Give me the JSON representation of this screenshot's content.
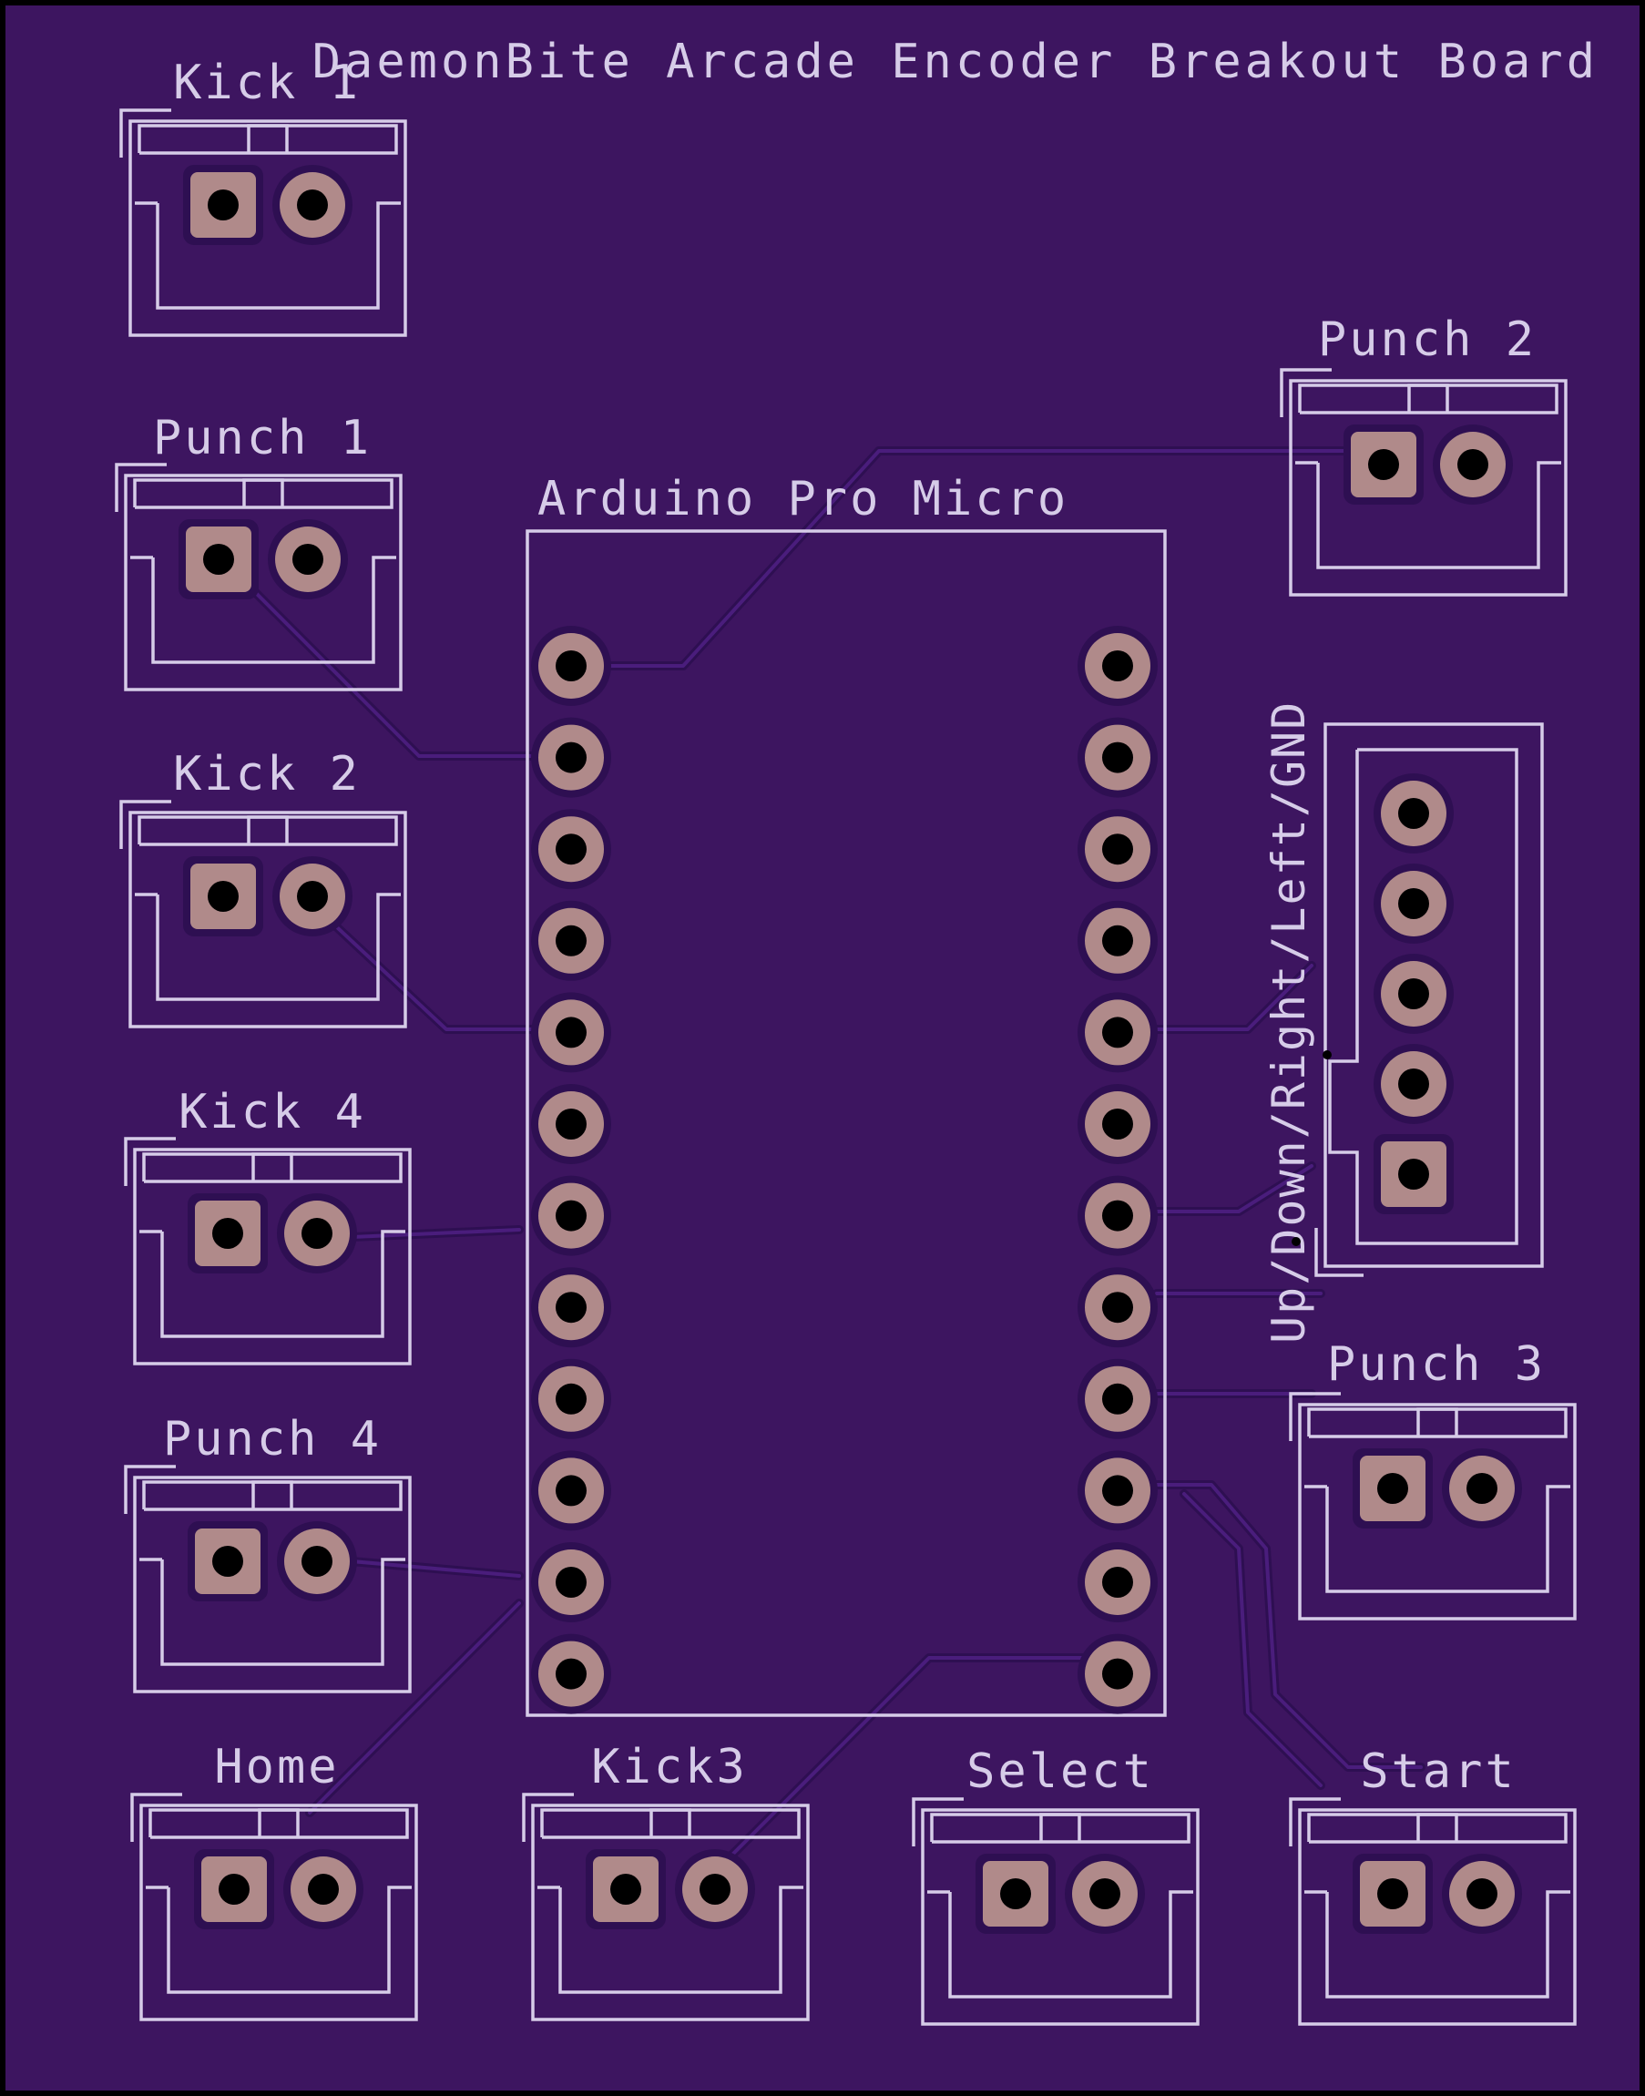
{
  "board": {
    "title": "DaemonBite Arcade Encoder Breakout Board",
    "colors": {
      "substrate": "#3d1560",
      "edge": "#000000",
      "silkscreen": "#d6cce8",
      "copper_pad": "#b08a8a",
      "trace": "#2e0f52"
    }
  },
  "mcu": {
    "label": "Arduino Pro Micro",
    "pins_per_side": 12
  },
  "header": {
    "label": "Up/Down/Right/Left/GND",
    "pin_count": 5
  },
  "connectors": [
    {
      "id": "kick1",
      "label": "Kick 1"
    },
    {
      "id": "punch1",
      "label": "Punch 1"
    },
    {
      "id": "kick2",
      "label": "Kick 2"
    },
    {
      "id": "kick4",
      "label": "Kick 4"
    },
    {
      "id": "punch4",
      "label": "Punch 4"
    },
    {
      "id": "punch2",
      "label": "Punch 2"
    },
    {
      "id": "punch3",
      "label": "Punch 3"
    },
    {
      "id": "home",
      "label": "Home"
    },
    {
      "id": "kick3",
      "label": "Kick3"
    },
    {
      "id": "select",
      "label": "Select"
    },
    {
      "id": "start",
      "label": "Start"
    }
  ]
}
